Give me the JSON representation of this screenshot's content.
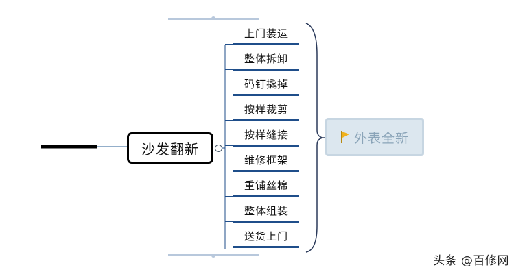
{
  "diagram": {
    "root": {
      "label": "沙发翻新"
    },
    "steps": [
      {
        "label": "上门装运"
      },
      {
        "label": "整体拆卸"
      },
      {
        "label": "码钉撬掉"
      },
      {
        "label": "按样裁剪"
      },
      {
        "label": "按样缝接"
      },
      {
        "label": "维修框架"
      },
      {
        "label": "重铺丝棉"
      },
      {
        "label": "整体组装"
      },
      {
        "label": "送货上门"
      }
    ],
    "summary": {
      "label": "外表全新",
      "icon": "flag-icon",
      "flag_color": "#f0b21e"
    },
    "colors": {
      "step_underline": "#1f4e8a",
      "connector": "#1f4e8a",
      "summary_bg": "#dce7ef"
    }
  },
  "watermark": {
    "text": "头条 @百修网"
  }
}
